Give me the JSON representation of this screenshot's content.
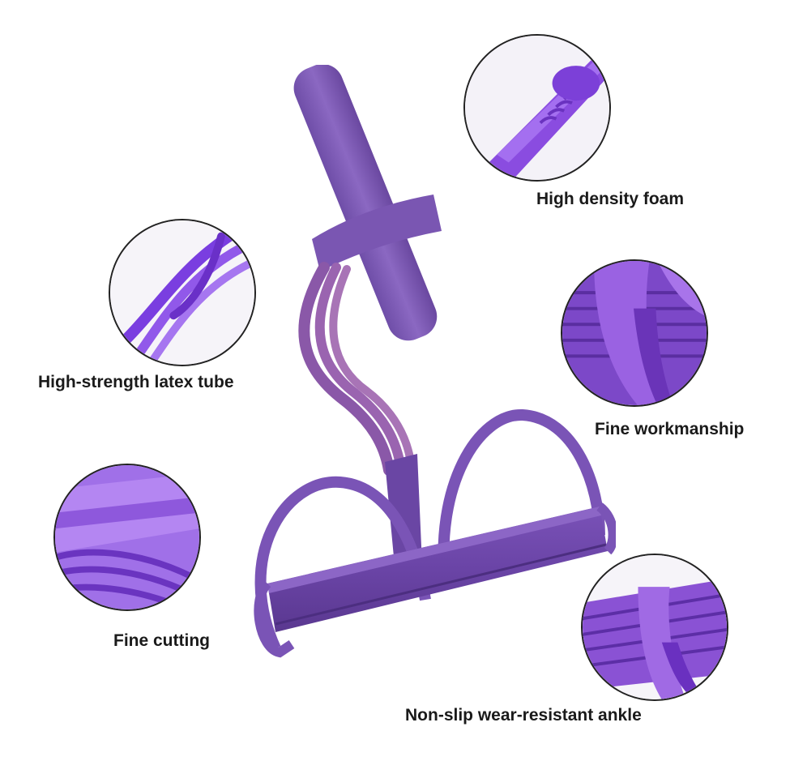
{
  "palette": {
    "accent": "#7b3fd6",
    "accent_dark": "#5a2aa8",
    "accent_light": "#9c6ee6",
    "muted_purple": "#8a64b8",
    "tube": "#9a5fa8",
    "background": "#ffffff",
    "text": "#1a1a1a"
  },
  "features": [
    {
      "label": "High density foam"
    },
    {
      "label": "High-strength latex tube"
    },
    {
      "label": "Fine workmanship"
    },
    {
      "label": "Fine cutting"
    },
    {
      "label": "Non-slip wear-resistant ankle"
    }
  ],
  "icons": [
    "zoom-foam-icon",
    "zoom-tube-icon",
    "zoom-joint-icon",
    "zoom-edge-icon",
    "zoom-pedal-icon"
  ]
}
